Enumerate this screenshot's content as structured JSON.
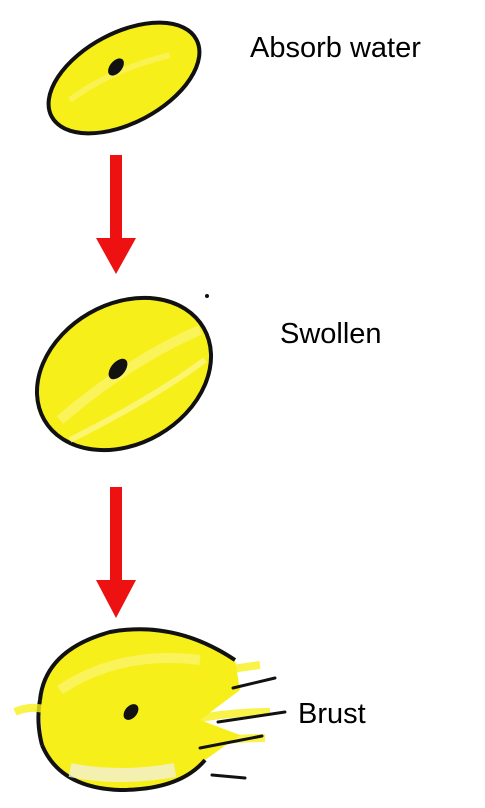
{
  "stages": [
    {
      "label": "Absorb water"
    },
    {
      "label": "Swollen"
    },
    {
      "label": "Brust"
    }
  ],
  "colors": {
    "cell_fill": "#f7ef1a",
    "cell_highlight": "#fdf9a8",
    "cell_pale": "#f3f0d6",
    "outline": "#111111",
    "arrow": "#ee1111"
  }
}
